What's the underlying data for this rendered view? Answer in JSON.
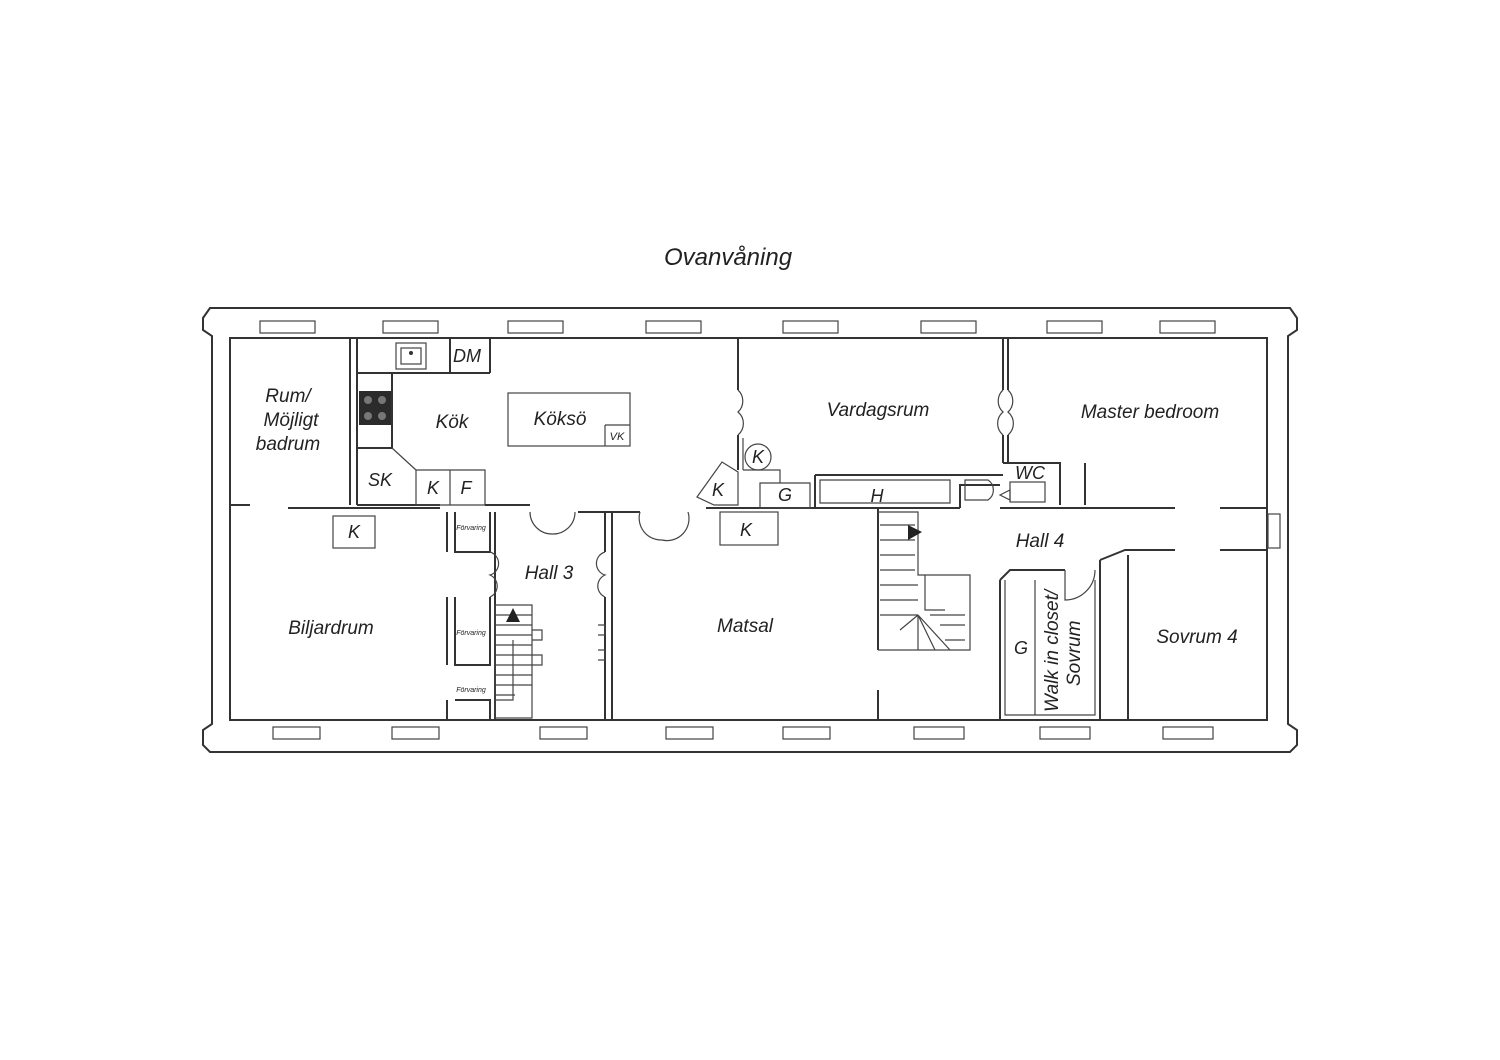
{
  "title": "Ovanvåning",
  "rooms": {
    "rum_line1": "Rum/",
    "rum_line2": "Möjligt",
    "rum_line3": "badrum",
    "kok": "Kök",
    "koksö": "Köksö",
    "vk": "VK",
    "dm": "DM",
    "sk": "SK",
    "k": "K",
    "f": "F",
    "g": "G",
    "h": "H",
    "wc": "WC",
    "vardagsrum": "Vardagsrum",
    "master_bedroom": "Master bedroom",
    "hall3": "Hall 3",
    "hall4": "Hall 4",
    "biljardrum": "Biljardrum",
    "matsal": "Matsal",
    "sovrum4": "Sovrum 4",
    "walkin_line1": "Walk in closet/",
    "walkin_line2": "Sovrum",
    "forvaring": "Förvaring"
  }
}
